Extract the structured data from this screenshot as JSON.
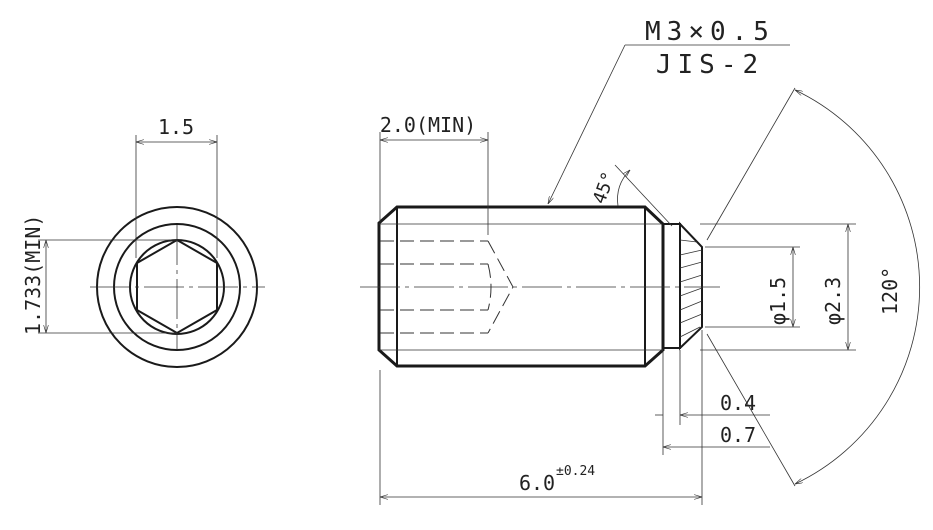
{
  "drawing": {
    "thread_spec": "M3×0.5",
    "thread_class": "JIS-2",
    "hex_width": "1.5",
    "hex_depth": "1.733(MIN)",
    "thread_depth": "2.0(MIN)",
    "chamfer_angle": "45°",
    "tip_dia_small": "φ1.5",
    "tip_dia_large": "φ2.3",
    "tip_angle": "120°",
    "neck_len_1": "0.4",
    "neck_len_2": "0.7",
    "total_length": "6.0",
    "total_length_tol": "±0.24"
  }
}
